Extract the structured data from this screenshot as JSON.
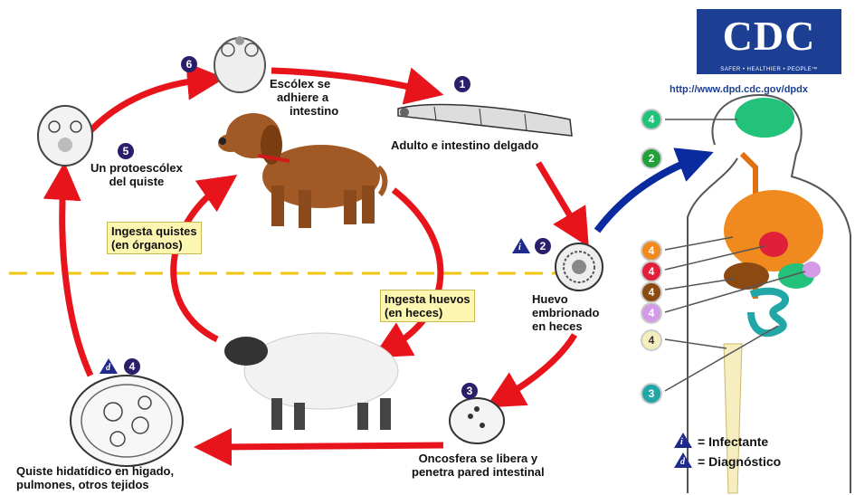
{
  "logo": {
    "text": "CDC",
    "tagline": "SAFER • HEALTHIER • PEOPLE™"
  },
  "url": "http://www.dpd.cdc.gov/dpdx",
  "stages": {
    "s1": {
      "num": "1",
      "label": "Adulto e intestino  delgado"
    },
    "s2": {
      "num": "2",
      "info": "i",
      "label": [
        "Huevo",
        "embrionado",
        "en heces"
      ]
    },
    "s3": {
      "num": "3",
      "label": [
        "Oncosfera se libera y",
        "penetra pared intestinal"
      ]
    },
    "s4": {
      "num": "4",
      "diag": "d",
      "label": [
        "Quiste hidatídico en higado,",
        "pulmones, otros tejidos"
      ]
    },
    "s5": {
      "num": "5",
      "label": [
        "Un protoescólex",
        "del quiste"
      ]
    },
    "s6": {
      "num": "6",
      "label": [
        "Escólex se",
        "adhiere a",
        "intestino"
      ]
    }
  },
  "boxes": {
    "quistes": [
      "Ingesta quistes",
      "(en órganos)"
    ],
    "huevos": [
      "Ingesta huevos",
      "(en heces)"
    ]
  },
  "body_badges": {
    "b4_brain": "4",
    "b2": "2",
    "b4_lung": "4",
    "b4_liver_red": "4",
    "b4_liver_brown": "4",
    "b4_spleen": "4",
    "b4_bone": "4",
    "b3": "3"
  },
  "legend": {
    "infective_symbol": "i",
    "infective": "= Infectante",
    "diagnostic_symbol": "d",
    "diagnostic": "= Diagnóstico"
  },
  "colors": {
    "arrow": "#e8141c",
    "blue_arrow": "#0a2aa0",
    "dash": "#f1c40f",
    "badge": "#2b1f6b"
  }
}
